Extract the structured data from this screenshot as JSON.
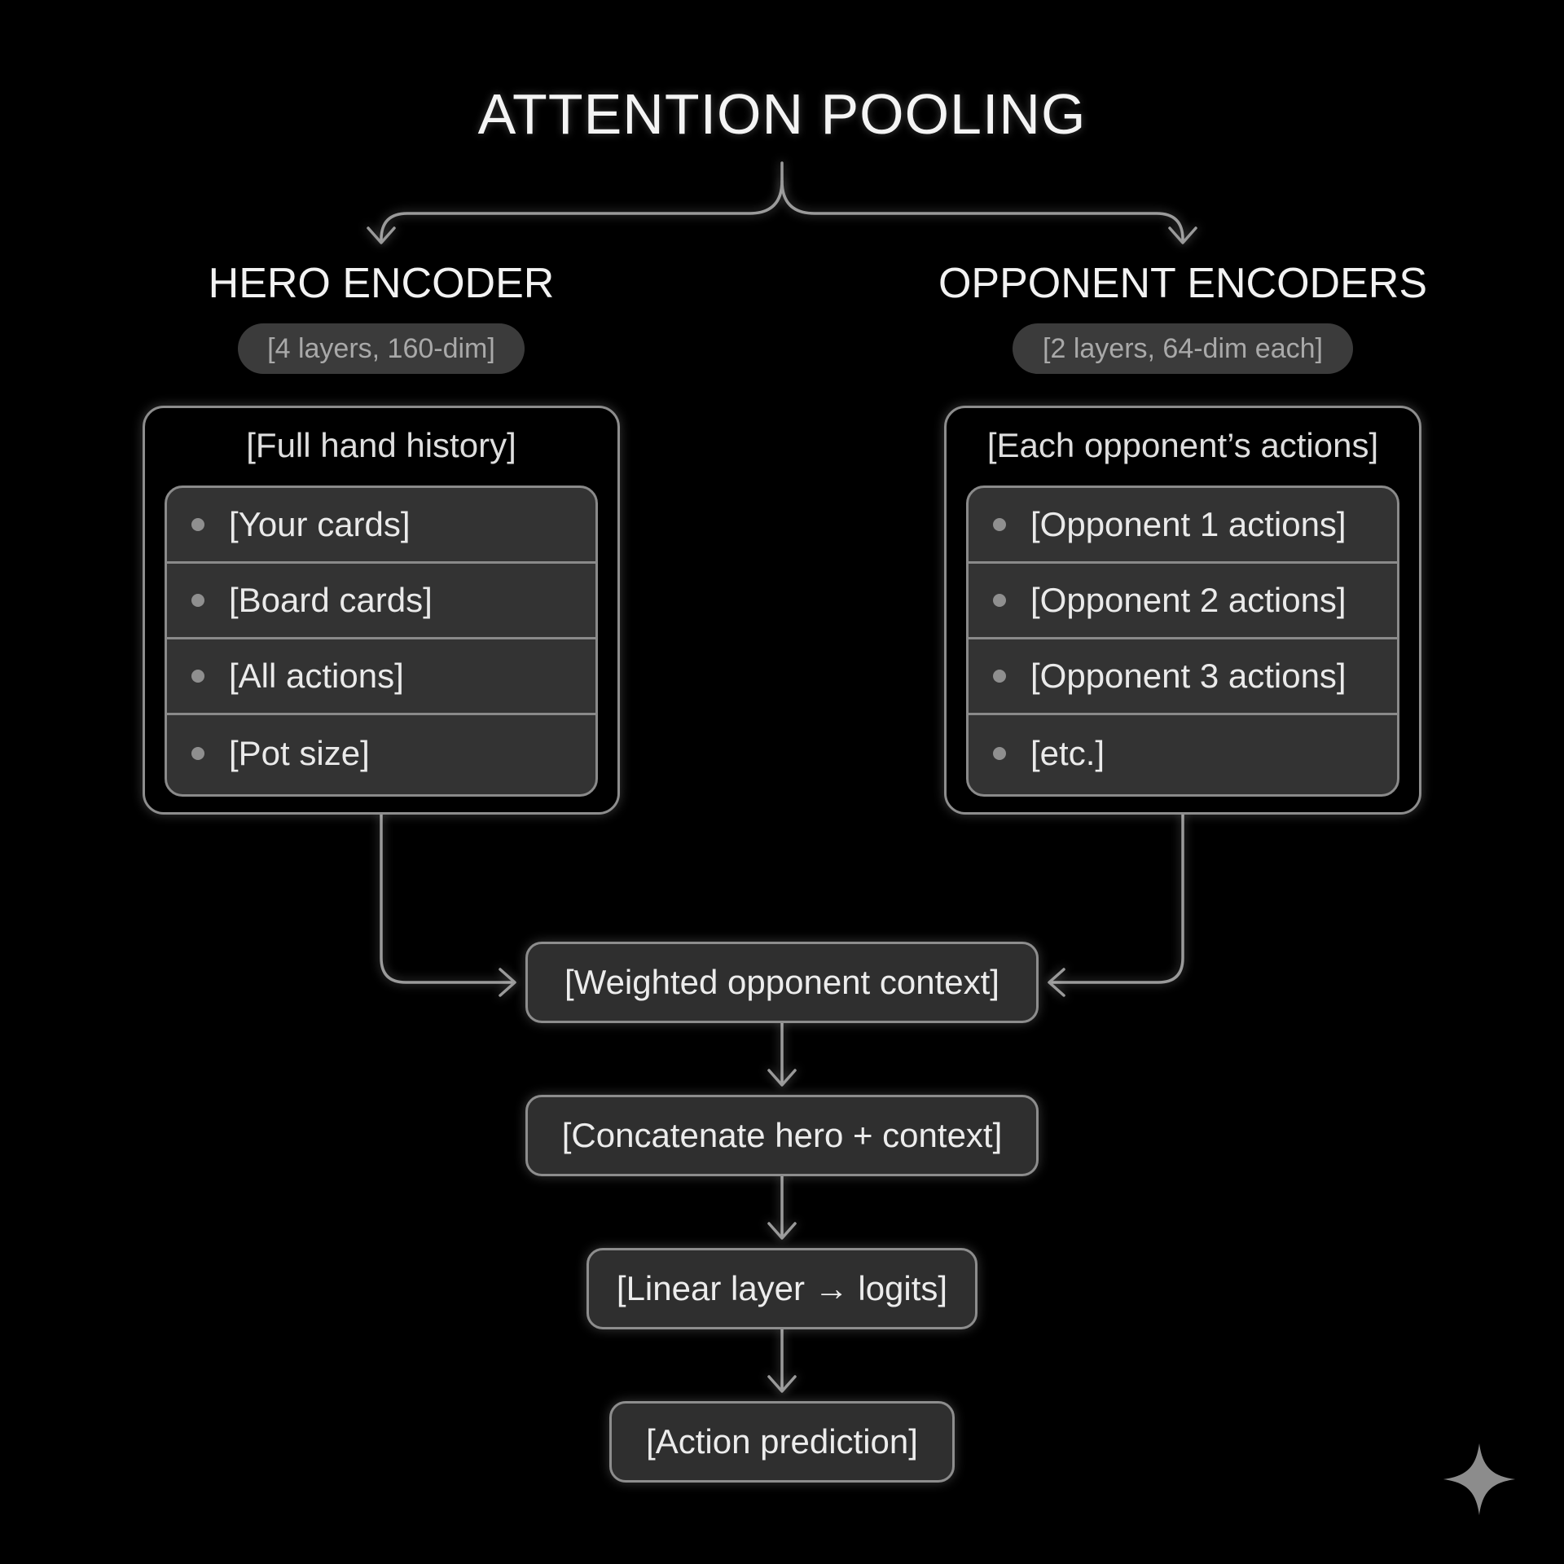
{
  "title": "ATTENTION POOLING",
  "hero": {
    "title": "HERO ENCODER",
    "spec": "[4 layers, 160-dim]",
    "box_label": "[Full hand history]",
    "items": [
      "[Your cards]",
      "[Board cards]",
      "[All actions]",
      "[Pot size]"
    ]
  },
  "opponent": {
    "title": "OPPONENT ENCODERS",
    "spec": "[2 layers, 64-dim each]",
    "box_label": "[Each opponent’s actions]",
    "items": [
      "[Opponent 1 actions]",
      "[Opponent 2 actions]",
      "[Opponent 3 actions]",
      "[etc.]"
    ]
  },
  "pipeline": {
    "weighted": "[Weighted opponent context]",
    "concat": "[Concatenate hero + context]",
    "linear": "[Linear layer → logits]",
    "prediction": "[Action prediction]"
  },
  "colors": {
    "background": "#000000",
    "panel": "#333333",
    "stroke": "#8d8d8d",
    "text": "#ececec"
  },
  "icons": {
    "corner": "sparkle-icon"
  }
}
